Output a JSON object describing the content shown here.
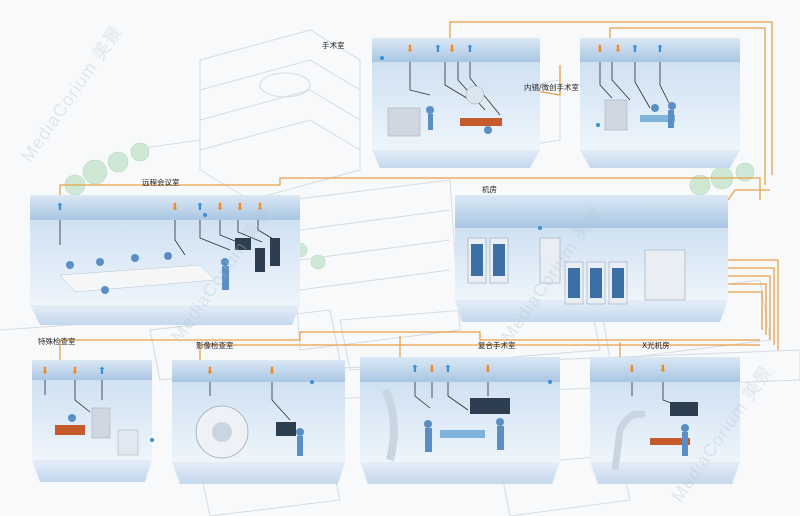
{
  "rooms": {
    "surgical_room": "手术室",
    "minimally_invasive_room": "内镜/微创手术室",
    "conference_room": "远程会议室",
    "server_room": "机房",
    "special_exam_room": "特殊检查室",
    "imaging_room": "影像检查室",
    "hybrid_or": "复合手术室",
    "xray_room": "X光机房"
  },
  "watermarks": [
    "MediaCorium 美景",
    "MediaCorium 美景",
    "MediaCorium 美景",
    "MediaCorium 美景"
  ],
  "colors": {
    "cable": "#e8a04a",
    "room_wall": "#d6e6f4",
    "room_floor": "#eef4fa",
    "ceiling": "#c9dcef",
    "arrow_orange": "#f08a24",
    "arrow_blue": "#3b8fd6",
    "line_art": "#d5dbe2",
    "trees": "#cfe8d6"
  }
}
